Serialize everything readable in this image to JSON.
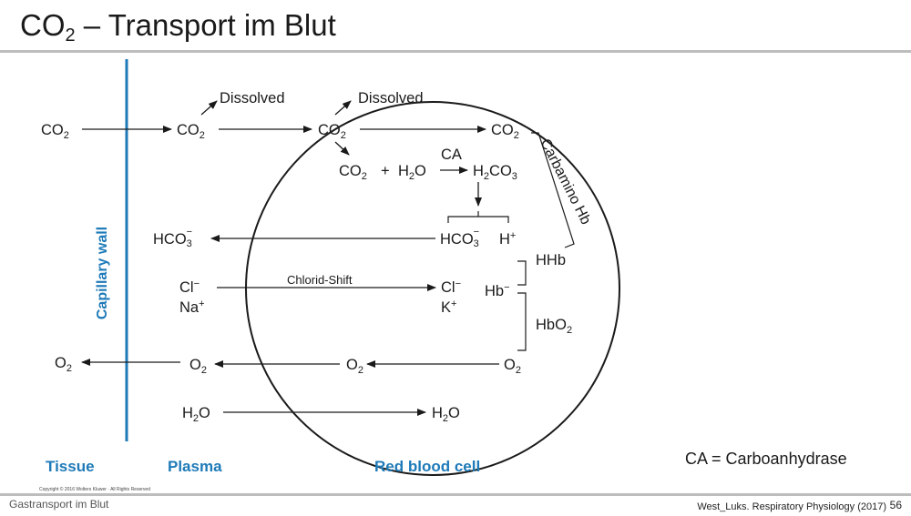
{
  "title": {
    "main": "CO",
    "sub": "2",
    "rest": " – Transport im Blut"
  },
  "labels": {
    "co2": "CO",
    "sub2": "2",
    "h2o_h": "H",
    "h2o_o": "O",
    "h2co3_h": "H",
    "h2co3_co": "CO",
    "sub3": "3",
    "hco3": "HCO",
    "minus": "−",
    "plus": "+",
    "dissolved": "Dissolved",
    "ca": "CA",
    "h": "H",
    "hb": "Hb",
    "hhb": "HHb",
    "hbo2_hb": "HbO",
    "cl": "Cl",
    "na": "Na",
    "k": "K",
    "o2": "O",
    "plus_sign": "+",
    "chlorid_shift": "Chlorid-Shift",
    "carbamino": "Carbamino Hb",
    "capillary": "Capillary wall"
  },
  "columns": {
    "tissue": "Tissue",
    "plasma": "Plasma",
    "rbc": "Red blood cell"
  },
  "ca_note": "CA = Carboanhydrase",
  "copyright": "Copyright © 2016 Wolters Kluwer · All Rights Reserved",
  "footer": {
    "left": "Gastransport im Blut",
    "source": "West_Luks. Respiratory Physiology (2017)",
    "page": "56"
  },
  "colors": {
    "accent": "#1e7ab8",
    "rule": "#bdbdbd",
    "ink": "#1a1a1a"
  }
}
